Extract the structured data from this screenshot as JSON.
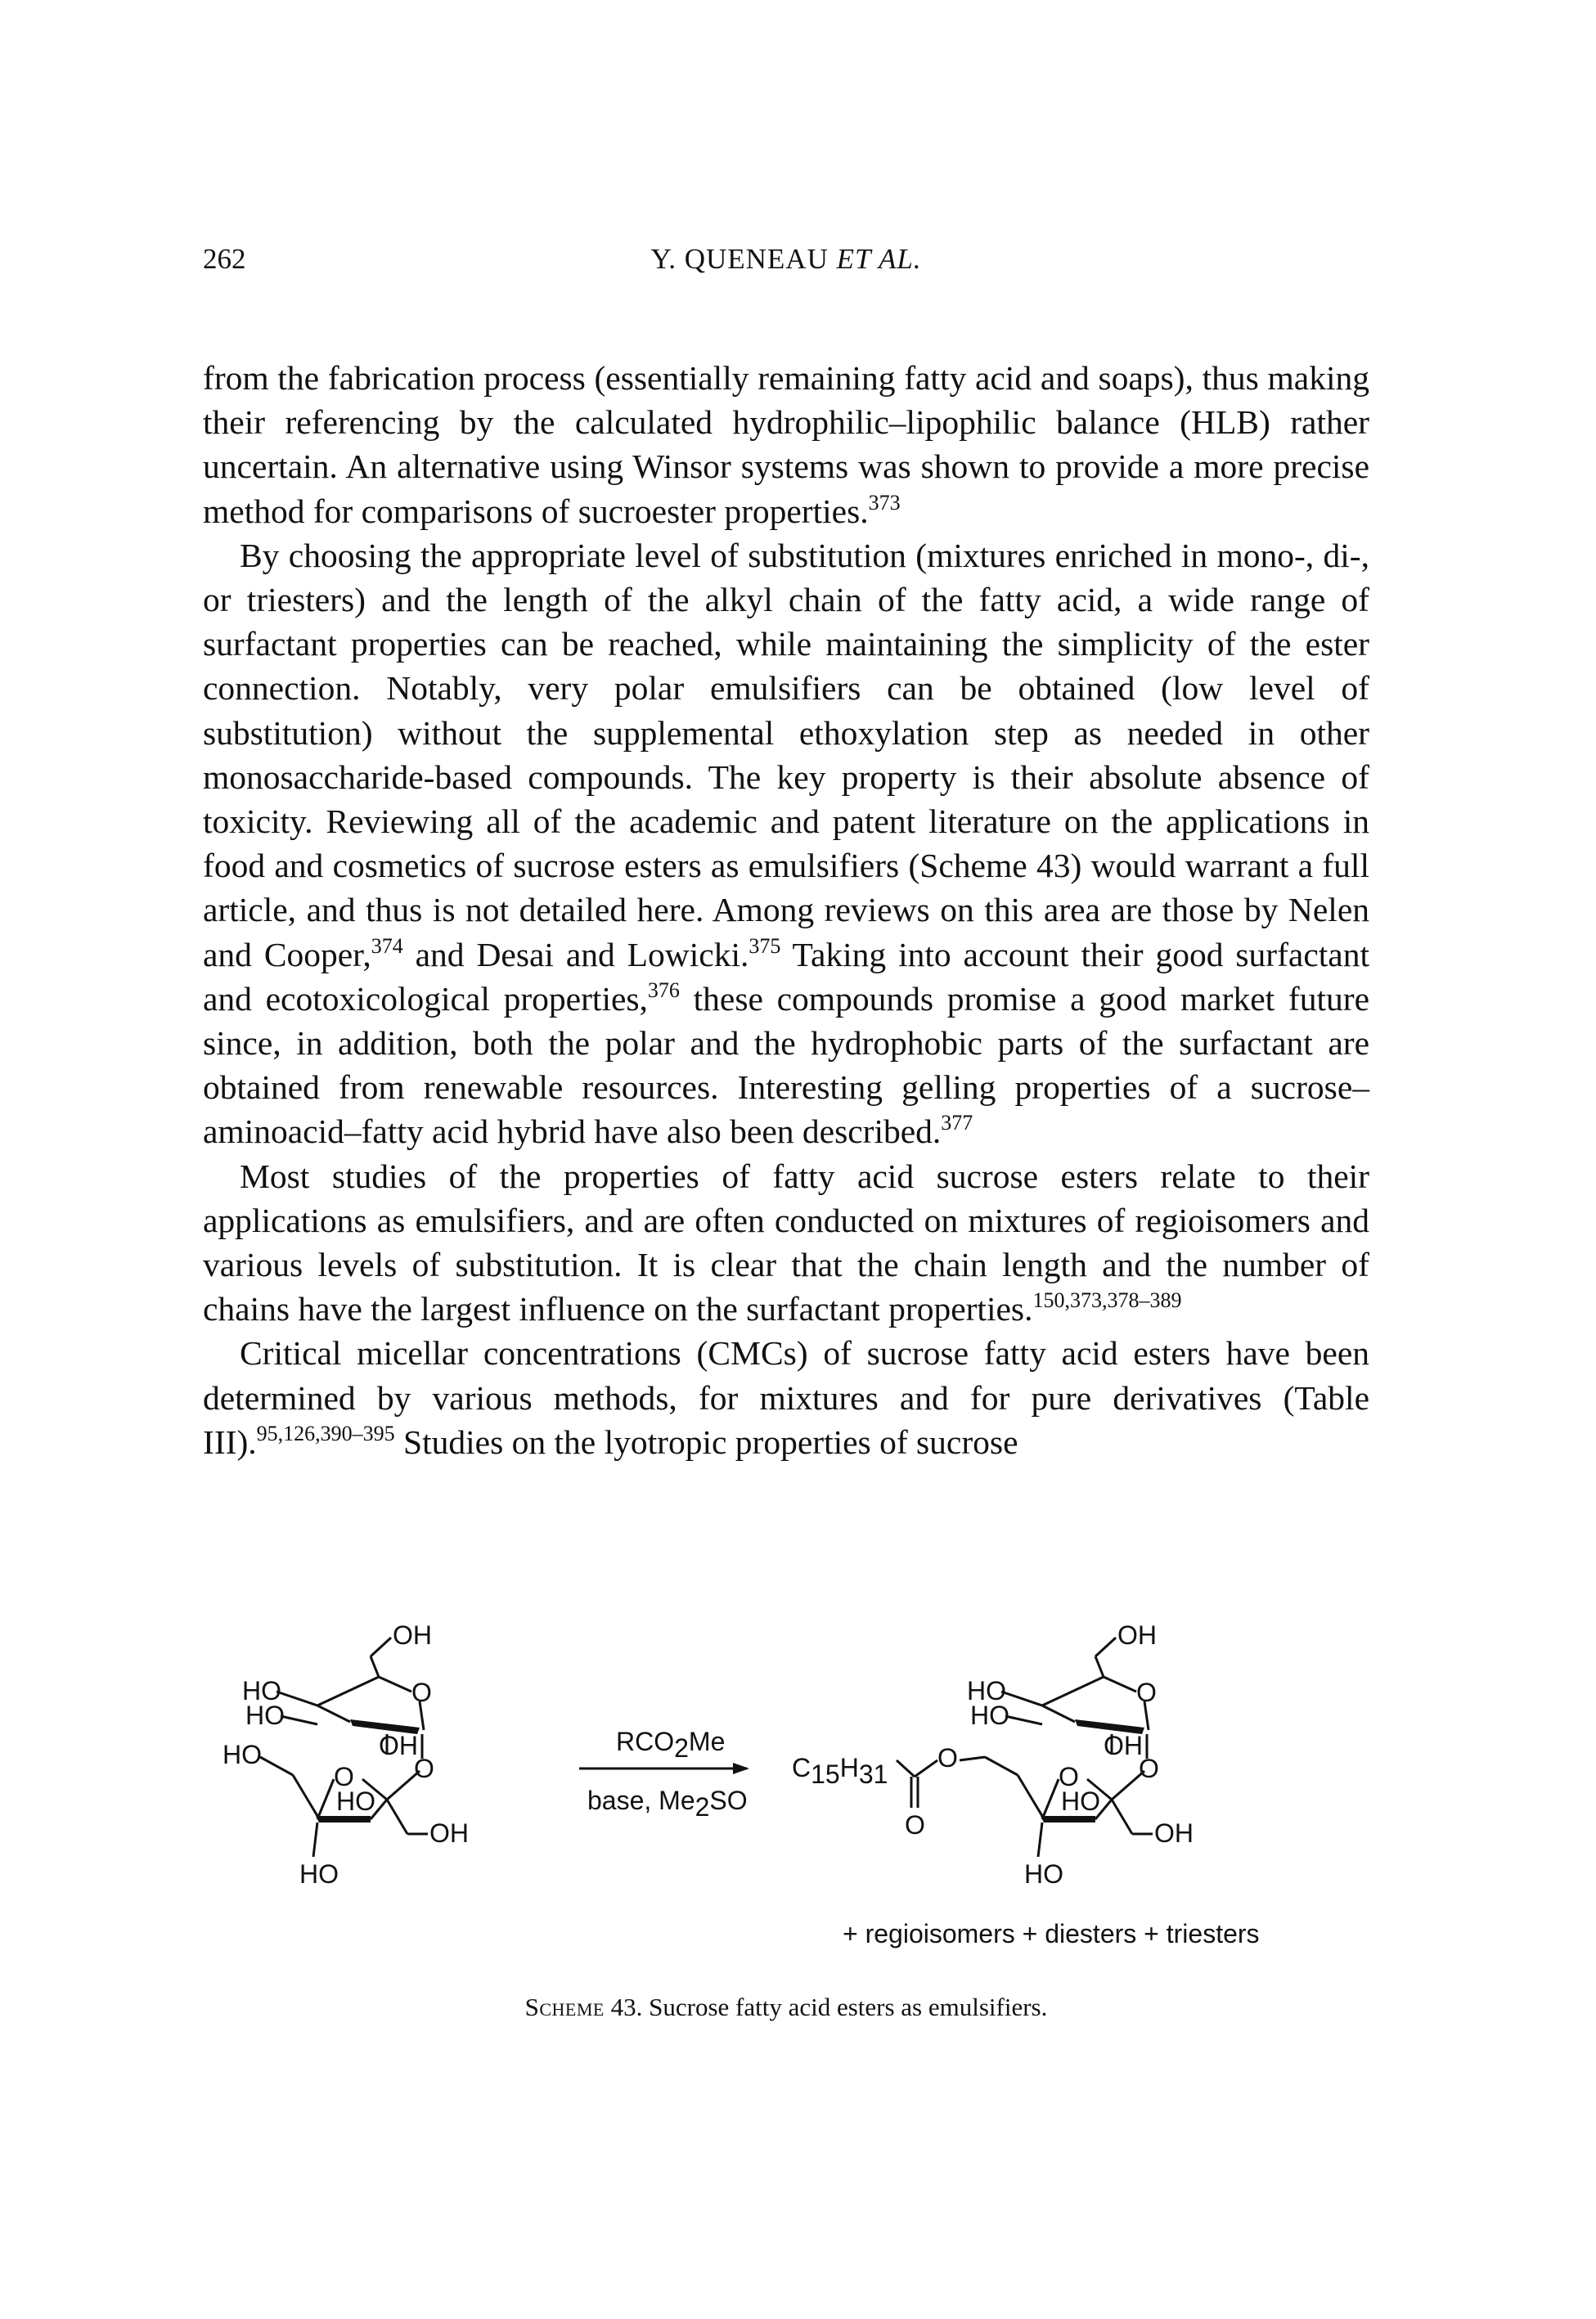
{
  "header": {
    "page_number": "262",
    "author": "Y. QUENEAU",
    "et_al": "ET AL."
  },
  "paragraphs": [
    {
      "segments": [
        {
          "t": "from the fabrication process (essentially remaining fatty acid and soaps), thus making their referencing by the calculated hydrophilic–lipophilic balance (HLB) rather uncertain. An alternative using Winsor systems was shown to provide a more precise method for comparisons of sucroester properties."
        },
        {
          "sup": "373"
        }
      ]
    },
    {
      "segments": [
        {
          "t": "By choosing the appropriate level of substitution (mixtures enriched in mono-, di-, or triesters) and the length of the alkyl chain of the fatty acid, a wide range of surfactant properties can be reached, while maintaining the simplicity of the ester connection. Notably, very polar emulsifiers can be obtained (low level of substitution) without the supplemental ethoxylation step as needed in other monosaccharide-based compounds. The key property is their absolute absence of toxicity. Reviewing all of the academic and patent literature on the applications in food and cosmetics of sucrose esters as emulsifiers (Scheme 43) would warrant a full article, and thus is not detailed here. Among reviews on this area are those by Nelen and Cooper,"
        },
        {
          "sup": "374"
        },
        {
          "t": " and Desai and Lowicki."
        },
        {
          "sup": "375"
        },
        {
          "t": " Taking into account their good surfactant and ecotoxicological properties,"
        },
        {
          "sup": "376"
        },
        {
          "t": " these compounds promise a good market future since, in addition, both the polar and the hydrophobic parts of the surfactant are obtained from renewable resources. Interesting gelling properties of a sucrose–aminoacid–fatty acid hybrid have also been described."
        },
        {
          "sup": "377"
        }
      ]
    },
    {
      "segments": [
        {
          "t": "Most studies of the properties of fatty acid sucrose esters relate to their applications as emulsifiers, and are often conducted on mixtures of regioisomers and various levels of substitution. It is clear that the chain length and the number of chains have the largest influence on the surfactant properties."
        },
        {
          "sup": "150,373,378–389"
        }
      ]
    },
    {
      "segments": [
        {
          "t": "Critical micellar concentrations (CMCs) of sucrose fatty acid esters have been determined by various methods, for mixtures and for pure derivatives (Table III)."
        },
        {
          "sup": "95,126,390–395"
        },
        {
          "t": " Studies on the lyotropic properties of sucrose"
        }
      ]
    }
  ],
  "scheme": {
    "reagent_top": "RCO",
    "reagent_top_sub": "2",
    "reagent_top_end": "Me",
    "reagent_bottom": "base, Me",
    "reagent_bottom_sub": "2",
    "reagent_bottom_end": "SO",
    "labels": {
      "oh": "OH",
      "ho": "HO",
      "o": "O",
      "chain_c": "C",
      "chain_c_sub": "15",
      "chain_h": "H",
      "chain_h_sub": "31"
    },
    "note": "+ regioisomers + diesters + triesters"
  },
  "caption": {
    "label": "Scheme",
    "number": "43.",
    "text": "Sucrose fatty acid esters as emulsifiers."
  }
}
